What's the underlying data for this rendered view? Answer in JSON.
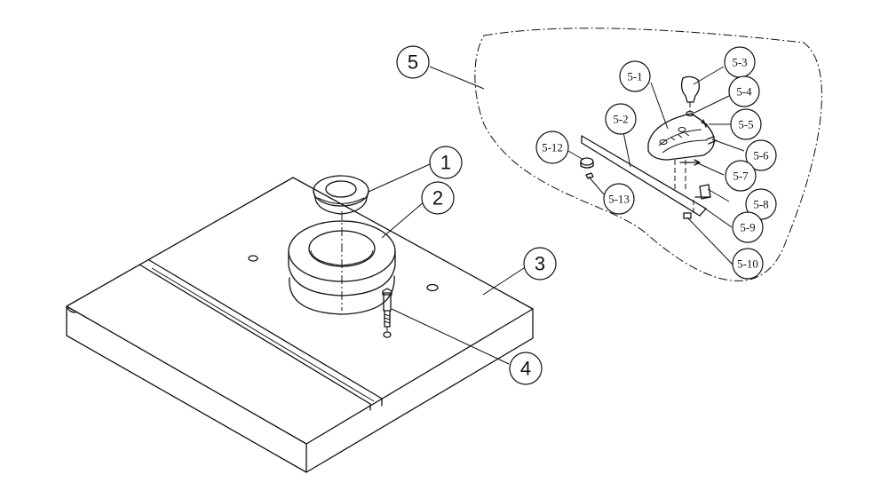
{
  "callouts": {
    "c1": "1",
    "c2": "2",
    "c3": "3",
    "c4": "4",
    "c5": "5",
    "c5_1": "5-1",
    "c5_2": "5-2",
    "c5_3": "5-3",
    "c5_4": "5-4",
    "c5_5": "5-5",
    "c5_6": "5-6",
    "c5_7": "5-7",
    "c5_8": "5-8",
    "c5_9": "5-9",
    "c5_10": "5-10",
    "c5_12": "5-12",
    "c5_13": "5-13"
  }
}
